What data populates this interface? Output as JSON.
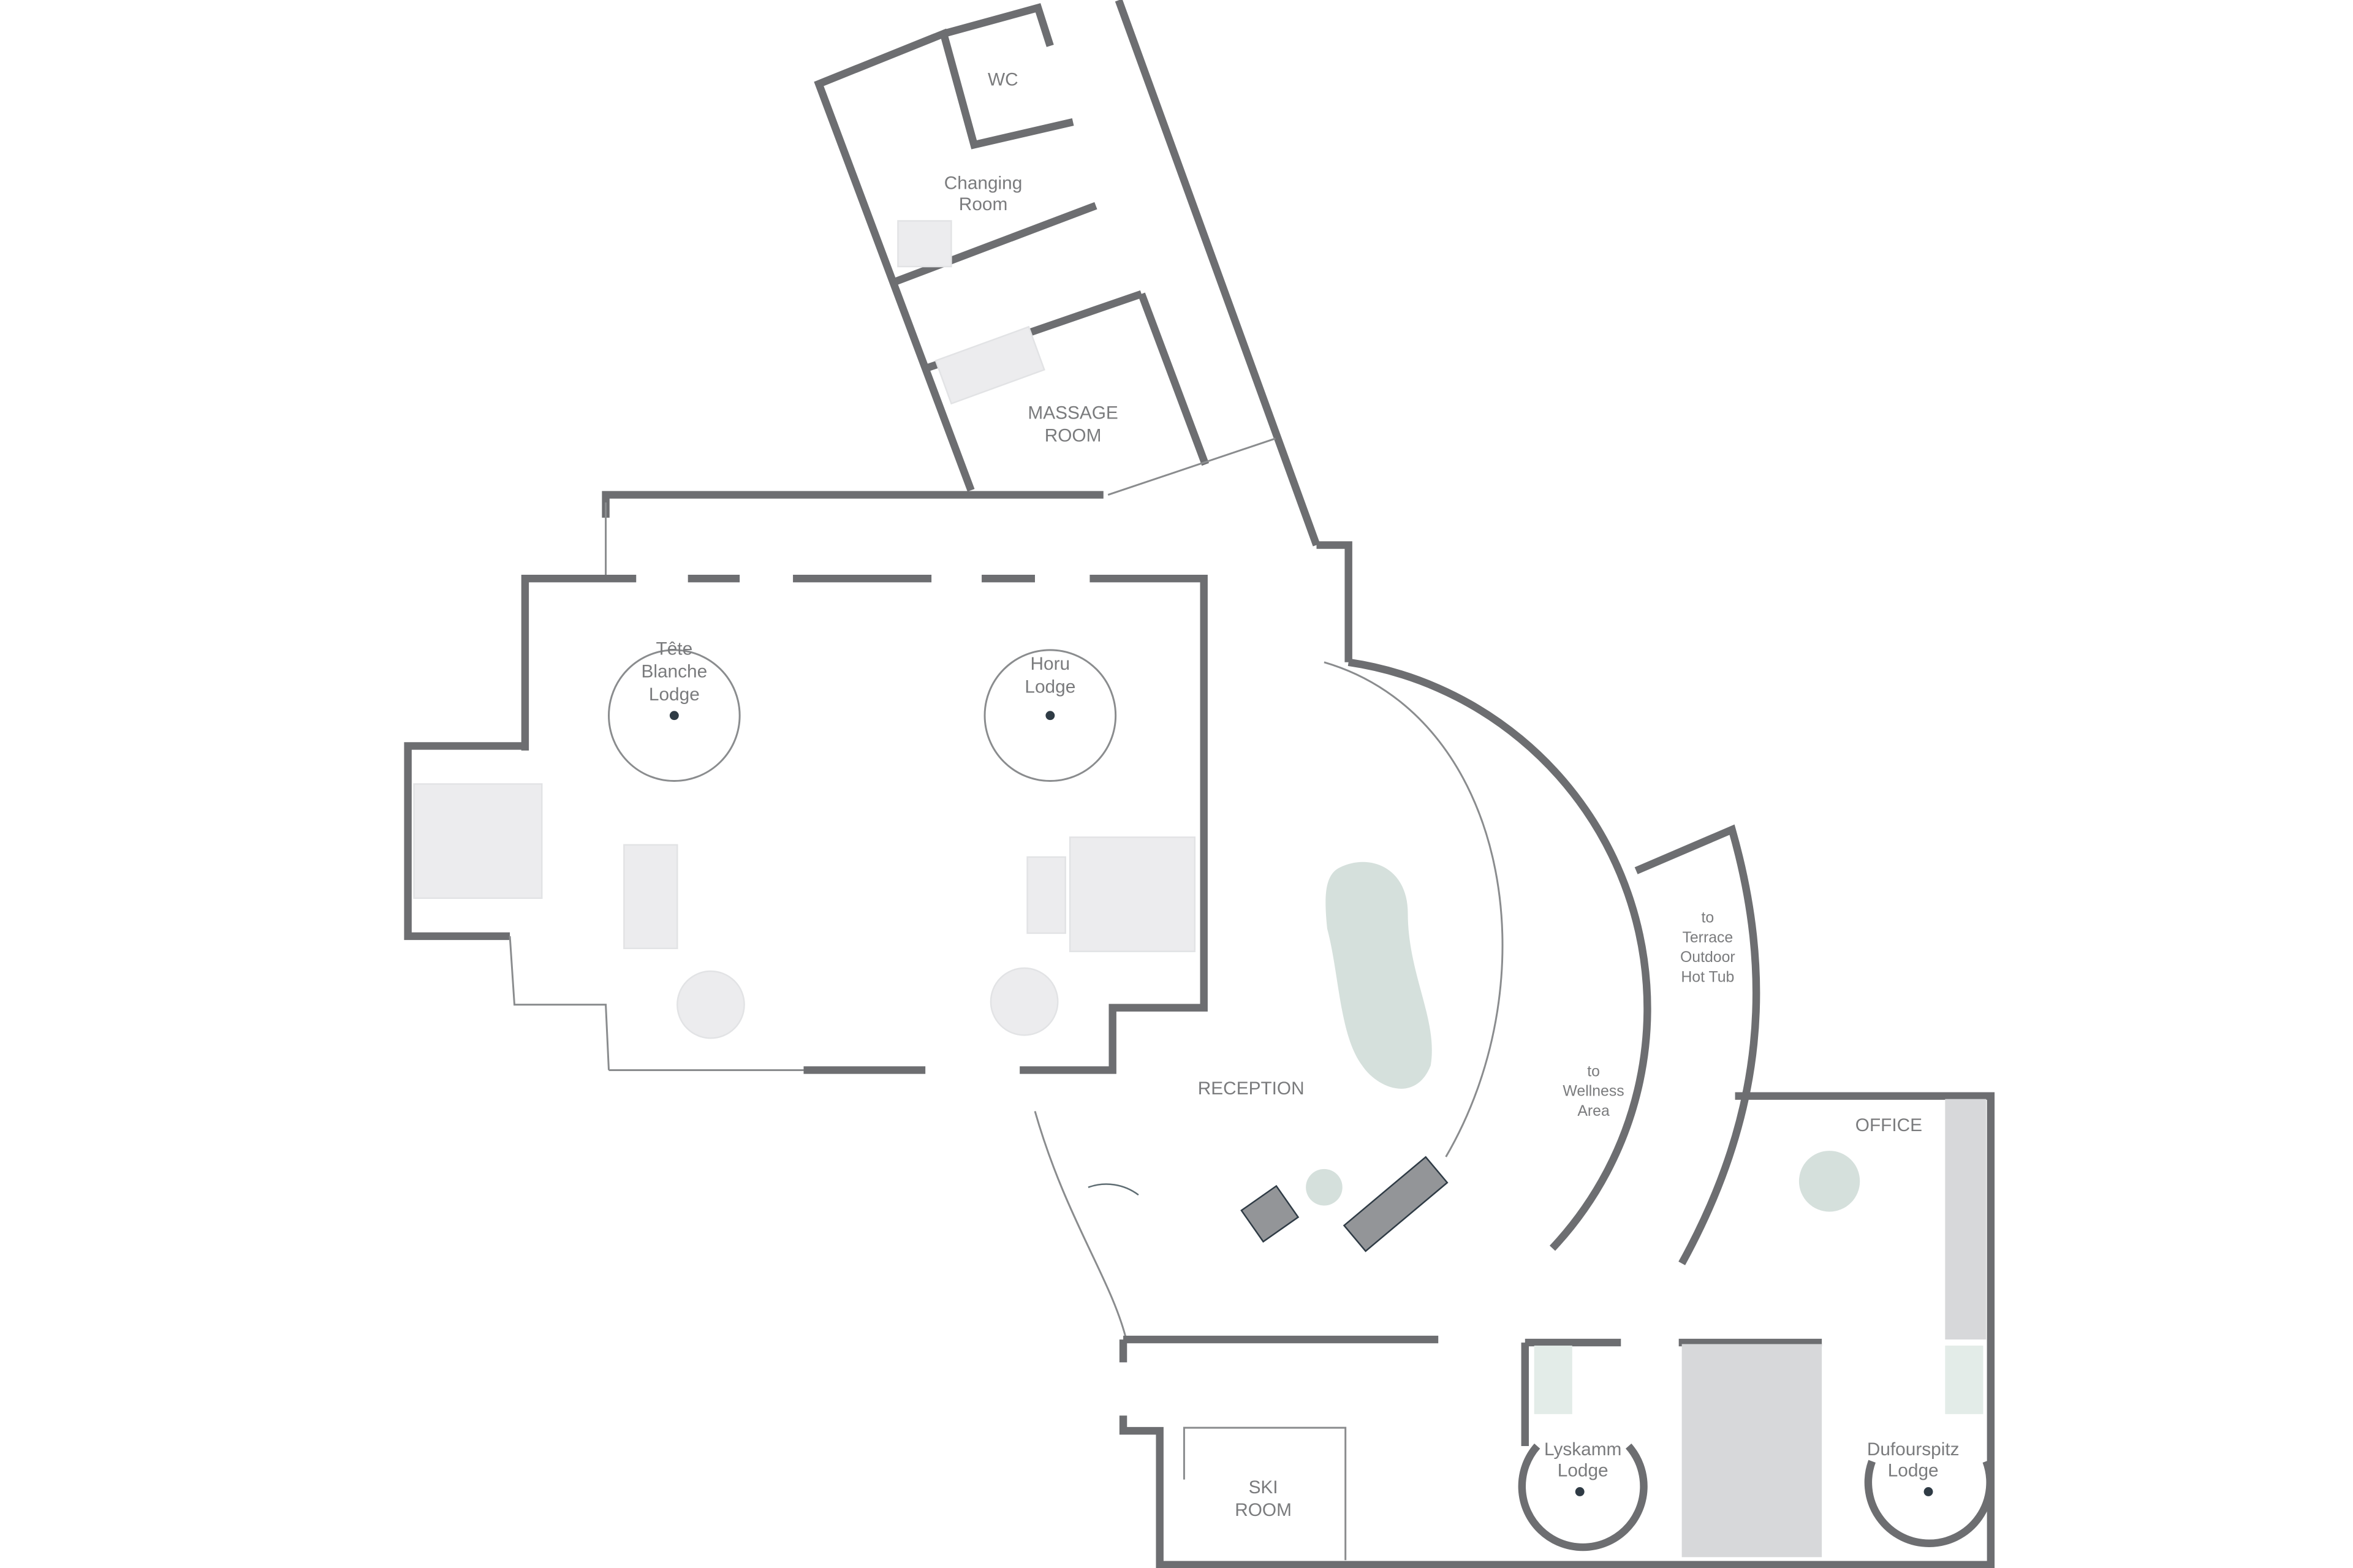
{
  "rooms": {
    "wc": [
      "WC"
    ],
    "changing": [
      "Changing",
      "Room"
    ],
    "massage": [
      "MASSAGE",
      "ROOM"
    ],
    "tete_blanche": [
      "Tête",
      "Blanche",
      "Lodge"
    ],
    "horu": [
      "Horu",
      "Lodge"
    ],
    "reception": [
      "RECEPTION"
    ],
    "terrace": [
      "to",
      "Terrace",
      "Outdoor",
      "Hot Tub"
    ],
    "wellness": [
      "to",
      "Wellness",
      "Area"
    ],
    "office": [
      "OFFICE"
    ],
    "ski": [
      "SKI",
      "ROOM"
    ],
    "lyskamm": [
      "Lyskamm",
      "Lodge"
    ],
    "dufourspitz": [
      "Dufourspitz",
      "Lodge"
    ]
  },
  "colors": {
    "wall": "#6d6e71",
    "accent_green": "#d5e0dc",
    "furniture": "#939598",
    "text": "#7a7b7d"
  }
}
